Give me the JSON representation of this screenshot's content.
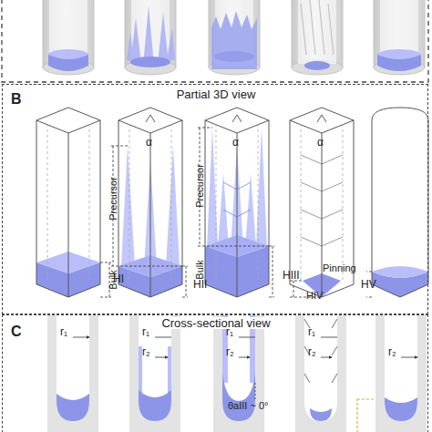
{
  "diagram": {
    "nodes": [
      {
        "text": [
          "B",
          "Partial 3D view"
        ]
      },
      {
        "text": [
          "C",
          "Cross-sectional view"
        ]
      }
    ],
    "labels": [
      "HI",
      "α",
      "Precursor",
      "Bulk",
      "HII",
      "α",
      "Precursor",
      "Bulk",
      "HIII",
      "α",
      "Pinning",
      "HIV",
      "HV",
      "r₁",
      "r₁",
      "r₂",
      "r₁",
      "r₂",
      "θaIII ~ 0°",
      "r₁",
      "r₂",
      "r₂"
    ]
  }
}
